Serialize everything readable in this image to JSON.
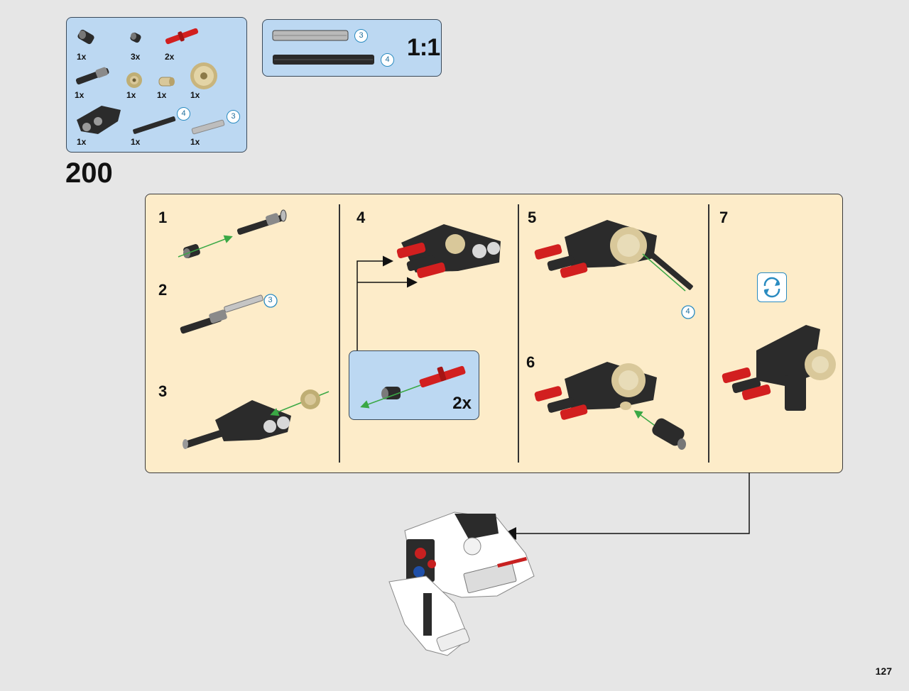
{
  "parts_callout": {
    "items": [
      {
        "qty": "1x",
        "icon": "bush-icon"
      },
      {
        "qty": "3x",
        "icon": "half-bush-icon"
      },
      {
        "qty": "2x",
        "icon": "red-axle-pin-icon"
      },
      {
        "qty": "1x",
        "icon": "axle-pin-with-friction-icon"
      },
      {
        "qty": "1x",
        "icon": "small-gear-icon"
      },
      {
        "qty": "1x",
        "icon": "tan-connector-icon"
      },
      {
        "qty": "1x",
        "icon": "tan-gear-icon"
      },
      {
        "qty": "1x",
        "icon": "bent-liftarm-icon"
      },
      {
        "qty": "1x",
        "icon": "black-axle-4-icon"
      },
      {
        "qty": "1x",
        "icon": "grey-axle-3-icon"
      }
    ],
    "badges": [
      "4",
      "3"
    ]
  },
  "scale_box": {
    "ratio": "1:1",
    "axles": [
      {
        "length": "3",
        "color": "#b9b9b9"
      },
      {
        "length": "4",
        "color": "#2a2a2a"
      }
    ]
  },
  "step_number": "200",
  "substeps": [
    {
      "num": "1"
    },
    {
      "num": "2",
      "badge": "3"
    },
    {
      "num": "3"
    },
    {
      "num": "4",
      "callout_qty": "2x"
    },
    {
      "num": "5",
      "badge": "4"
    },
    {
      "num": "6"
    },
    {
      "num": "7",
      "icon": "rotate-model-icon"
    }
  ],
  "page_number": "127",
  "colors": {
    "panel": "#fdecc9",
    "callout": "#bcd8f2",
    "arrow_green": "#3aa845",
    "part_red": "#d21f1f",
    "part_tan": "#d9c89a",
    "part_black": "#2b2b2b"
  }
}
